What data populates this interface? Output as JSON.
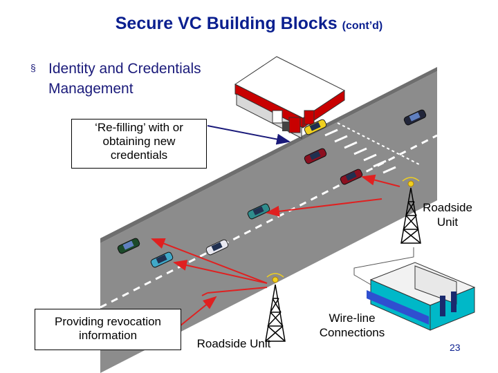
{
  "slide": {
    "title": "Secure VC Building Blocks",
    "title_suffix": "(cont’d)",
    "bullet_marker": "§",
    "bullet_line1": "Identity and Credentials",
    "bullet_line2": "Management",
    "page_number": "23"
  },
  "callouts": {
    "refill_line1": "‘Re-filling’ with or",
    "refill_line2": "obtaining new",
    "refill_line3": "credentials",
    "revoke_line1": "Providing revocation",
    "revoke_line2": "information"
  },
  "labels": {
    "rsu_right_line1": "Roadside",
    "rsu_right_line2": "Unit",
    "rsu_bottom": "Roadside Unit",
    "wire_line1": "Wire-line",
    "wire_line2": "Connections"
  },
  "colors": {
    "title": "#0a1f8f",
    "road": "#8c8c8c",
    "radio_link": "#e02020",
    "refill_arrow": "#1a1a7a",
    "building_wall": "#00b8c8",
    "station_red": "#c80000"
  }
}
